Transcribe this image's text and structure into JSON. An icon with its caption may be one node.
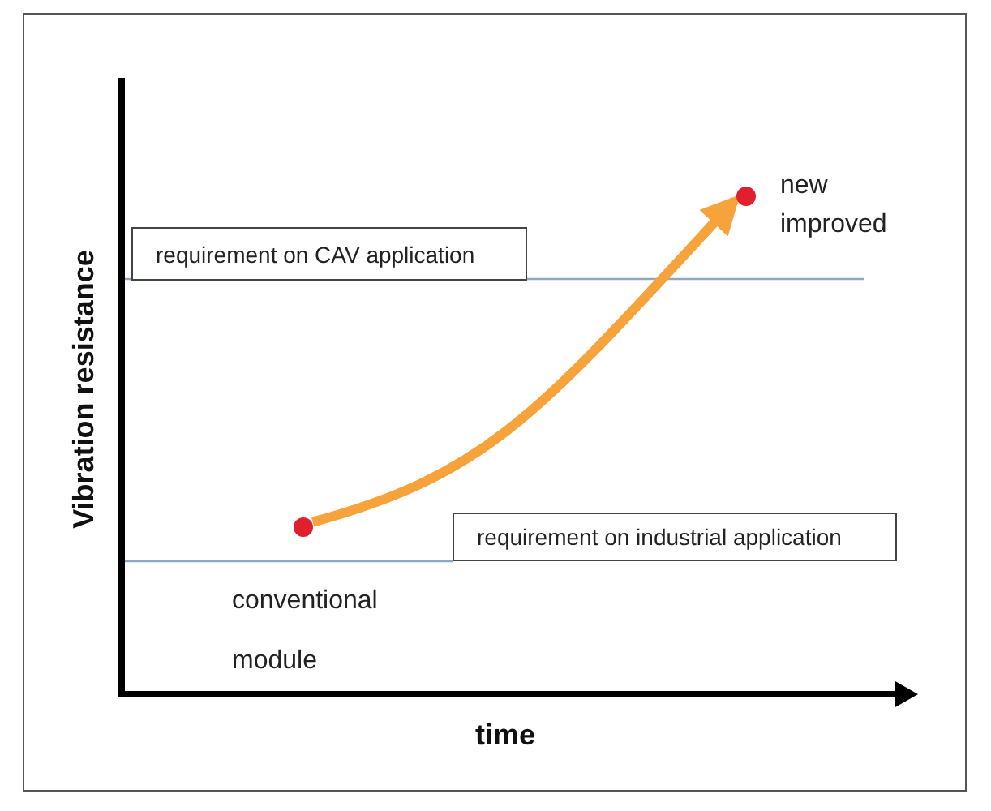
{
  "diagram": {
    "nodes": [
      {
        "text": [],
        "shape": "circle",
        "beside": [
          "conventional module"
        ]
      },
      {
        "text": [],
        "shape": "circle",
        "beside": [
          "new improved"
        ]
      },
      {
        "text": [
          "requirement on CAV application"
        ]
      },
      {
        "text": [
          "requirement on industrial application"
        ]
      }
    ],
    "edges": [
      {
        "from": 0,
        "to": 1,
        "arrow": "to",
        "color": "#f5a33a"
      }
    ],
    "labels": [
      "Vibration resistance",
      "time"
    ]
  }
}
